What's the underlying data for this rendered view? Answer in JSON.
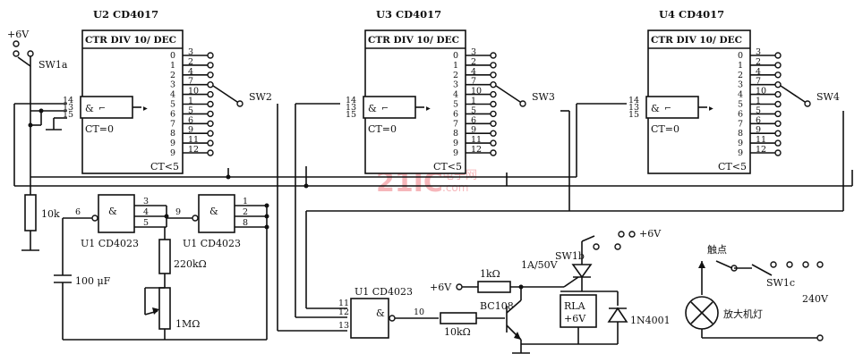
{
  "counters": [
    {
      "id": "U2",
      "title": "U2  CD4017",
      "header": "CTR DIV 10/ DEC",
      "ct0": "CT=0",
      "ct5": "CT<5",
      "switch": "SW2"
    },
    {
      "id": "U3",
      "title": "U3  CD4017",
      "header": "CTR DIV 10/ DEC",
      "ct0": "CT=0",
      "ct5": "CT<5",
      "switch": "SW3"
    },
    {
      "id": "U4",
      "title": "U4  CD4017",
      "header": "CTR DIV 10/ DEC",
      "ct0": "CT=0",
      "ct5": "CT<5",
      "switch": "SW4"
    }
  ],
  "outputs": {
    "left": [
      "0",
      "1",
      "2",
      "3",
      "4",
      "5",
      "6",
      "7",
      "8",
      "9",
      "9"
    ],
    "right": [
      "3",
      "2",
      "4",
      "7",
      "10",
      "1",
      "5",
      "6",
      "9",
      "11",
      "12"
    ]
  },
  "inputs": [
    "14",
    "13",
    "15"
  ],
  "supply_top": "+6V",
  "sw1a": "SW1a",
  "resistor_10k": "10k",
  "gate_label": "&",
  "gate1": {
    "label": "U1 CD4023",
    "pins_in": [
      "3",
      "4",
      "5"
    ],
    "pin_out": "6"
  },
  "gate2": {
    "label": "U1 CD4023",
    "pins_in": [
      "1",
      "2",
      "8"
    ],
    "pin_out": "9"
  },
  "gate3": {
    "label": "U1 CD4023",
    "pins_in": [
      "11",
      "12",
      "13"
    ],
    "pin_out": "10"
  },
  "r_220k": "220kΩ",
  "pot_1m": "1MΩ",
  "cap_100u": "100 μF",
  "supply_mid": "+6V",
  "r_1k": "1kΩ",
  "r_10k_base": "10kΩ",
  "transistor": "BC108",
  "fuse": "1A/50V",
  "sw1b": "SW1b",
  "supply_right": "+6V",
  "relay": {
    "name": "RLA",
    "voltage": "+6V"
  },
  "diode": "1N4001",
  "contact": "触点",
  "sw1c": "SW1c",
  "mains": "240V",
  "lamp": "放大机灯",
  "watermark": {
    "main": "21IC",
    "sub": "电子网",
    "domain": ".com"
  }
}
